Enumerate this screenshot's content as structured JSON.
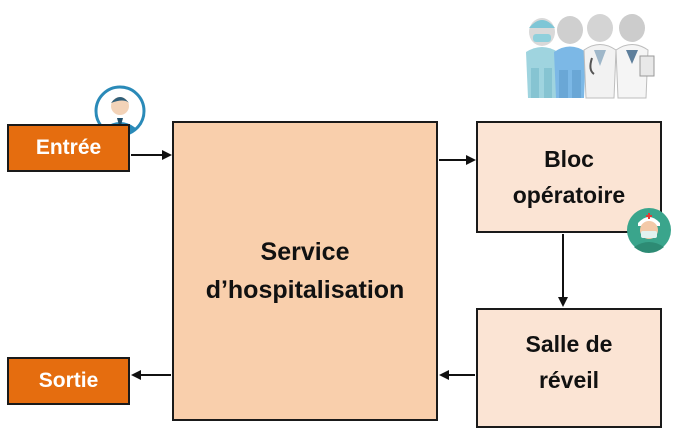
{
  "nodes": {
    "entree": "Entrée",
    "sortie": "Sortie",
    "service": [
      "Service",
      "d’hospitalisation"
    ],
    "bloc": [
      "Bloc",
      "opératoire"
    ],
    "salle": [
      "Salle de",
      "réveil"
    ]
  },
  "edges": [
    {
      "from": "Entrée",
      "to": "Service d’hospitalisation"
    },
    {
      "from": "Service d’hospitalisation",
      "to": "Bloc opératoire"
    },
    {
      "from": "Bloc opératoire",
      "to": "Salle de réveil"
    },
    {
      "from": "Salle de réveil",
      "to": "Service d’hospitalisation"
    },
    {
      "from": "Service d’hospitalisation",
      "to": "Sortie"
    }
  ],
  "colors": {
    "orange": "#e56d0f",
    "service_fill": "#f9cfac",
    "side_fill": "#fbe4d4",
    "badge_blue": "#2a8ab8",
    "badge_teal": "#3aa58c"
  },
  "icons": [
    "medical-team-icon",
    "patient-avatar-icon",
    "surgeon-avatar-icon"
  ]
}
